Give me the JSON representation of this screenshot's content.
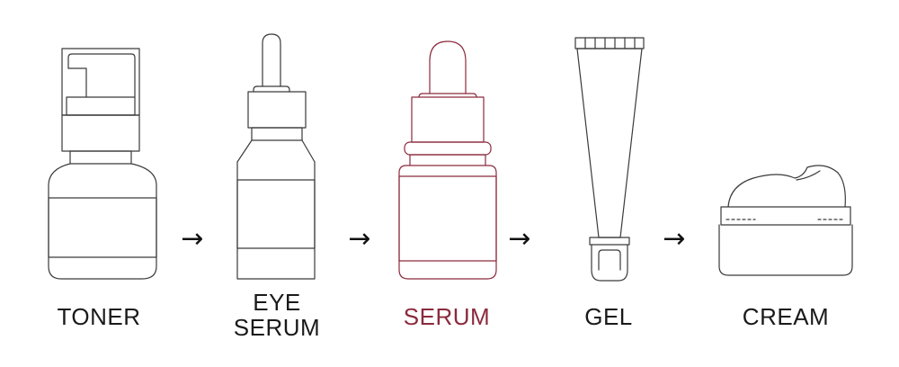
{
  "steps": [
    {
      "label_lines": [
        "TONER"
      ],
      "icon": "pump-bottle-icon"
    },
    {
      "label_lines": [
        "EYE",
        "SERUM"
      ],
      "icon": "dropper-bottle-icon"
    },
    {
      "label_lines": [
        "SERUM"
      ],
      "icon": "serum-dropper-bottle-icon",
      "highlight": true
    },
    {
      "label_lines": [
        "GEL"
      ],
      "icon": "tube-icon"
    },
    {
      "label_lines": [
        "CREAM"
      ],
      "icon": "cream-jar-icon"
    }
  ],
  "arrow_glyph": "→",
  "colors": {
    "outline": "#3a3a3a",
    "highlight": "#8b2a3c",
    "text": "#1a1a1a"
  }
}
